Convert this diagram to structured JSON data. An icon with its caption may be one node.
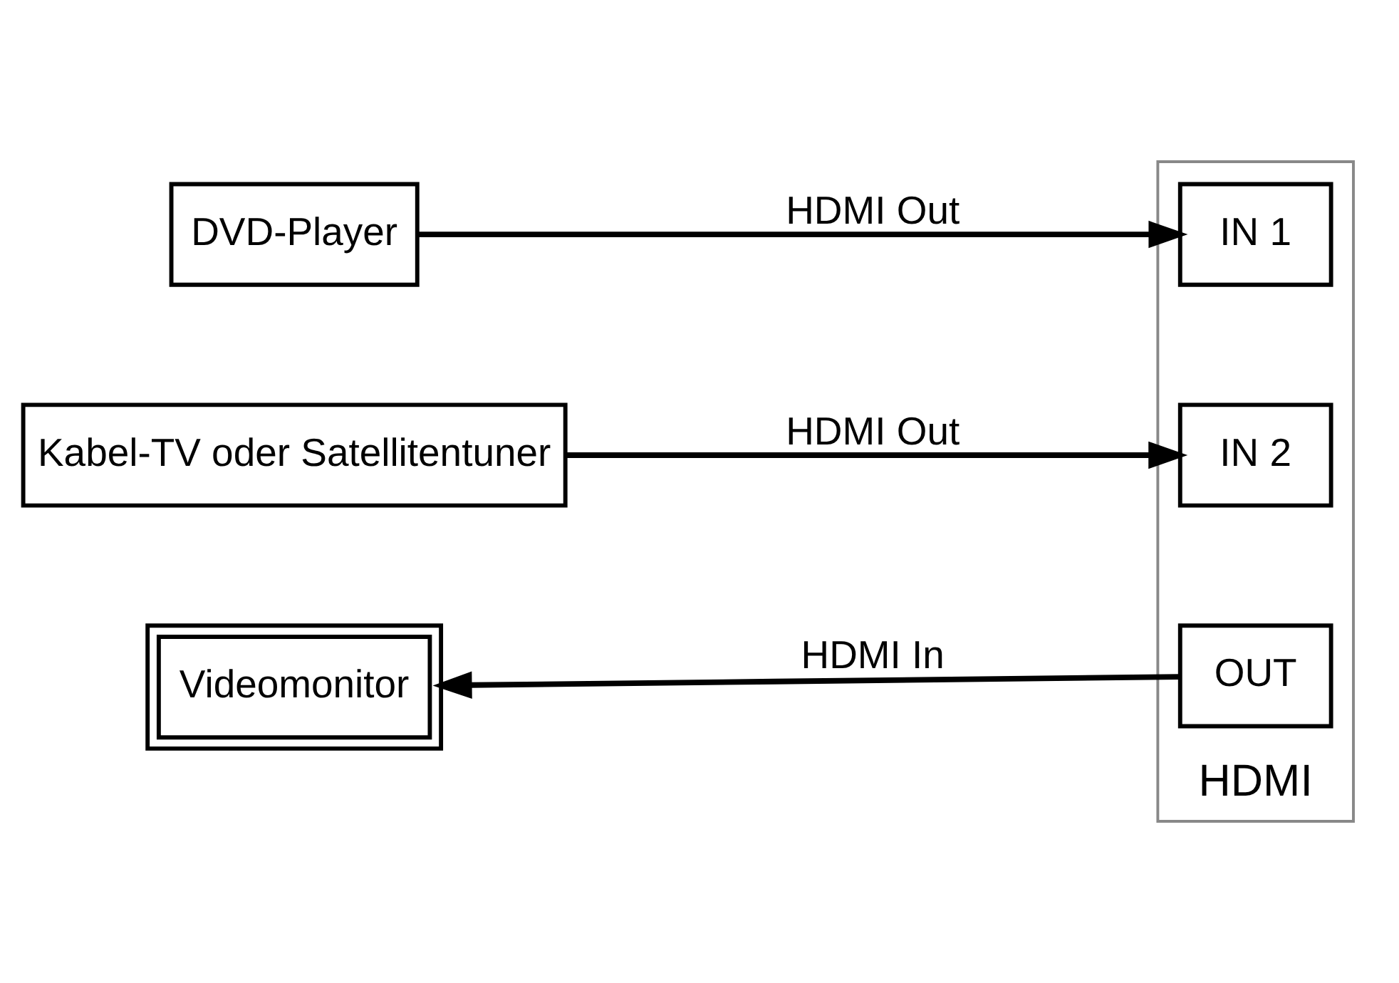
{
  "diagram": {
    "nodes": [
      {
        "text": [
          "DVD-Player"
        ]
      },
      {
        "text": [
          "Kabel-TV oder Satellitentuner"
        ]
      },
      {
        "text": [
          "Videomonitor"
        ]
      },
      {
        "text": [
          "HDMI"
        ]
      },
      {
        "text": [
          "IN 1"
        ],
        "in": 3
      },
      {
        "text": [
          "IN 2"
        ],
        "in": 3
      },
      {
        "text": [
          "OUT"
        ],
        "in": 3
      }
    ],
    "edges": [
      {
        "from": 0,
        "to": 4,
        "arrow": "to",
        "label": "HDMI Out"
      },
      {
        "from": 1,
        "to": 5,
        "arrow": "to",
        "label": "HDMI Out"
      },
      {
        "from": 6,
        "to": 2,
        "arrow": "to",
        "label": "HDMI In"
      }
    ]
  }
}
